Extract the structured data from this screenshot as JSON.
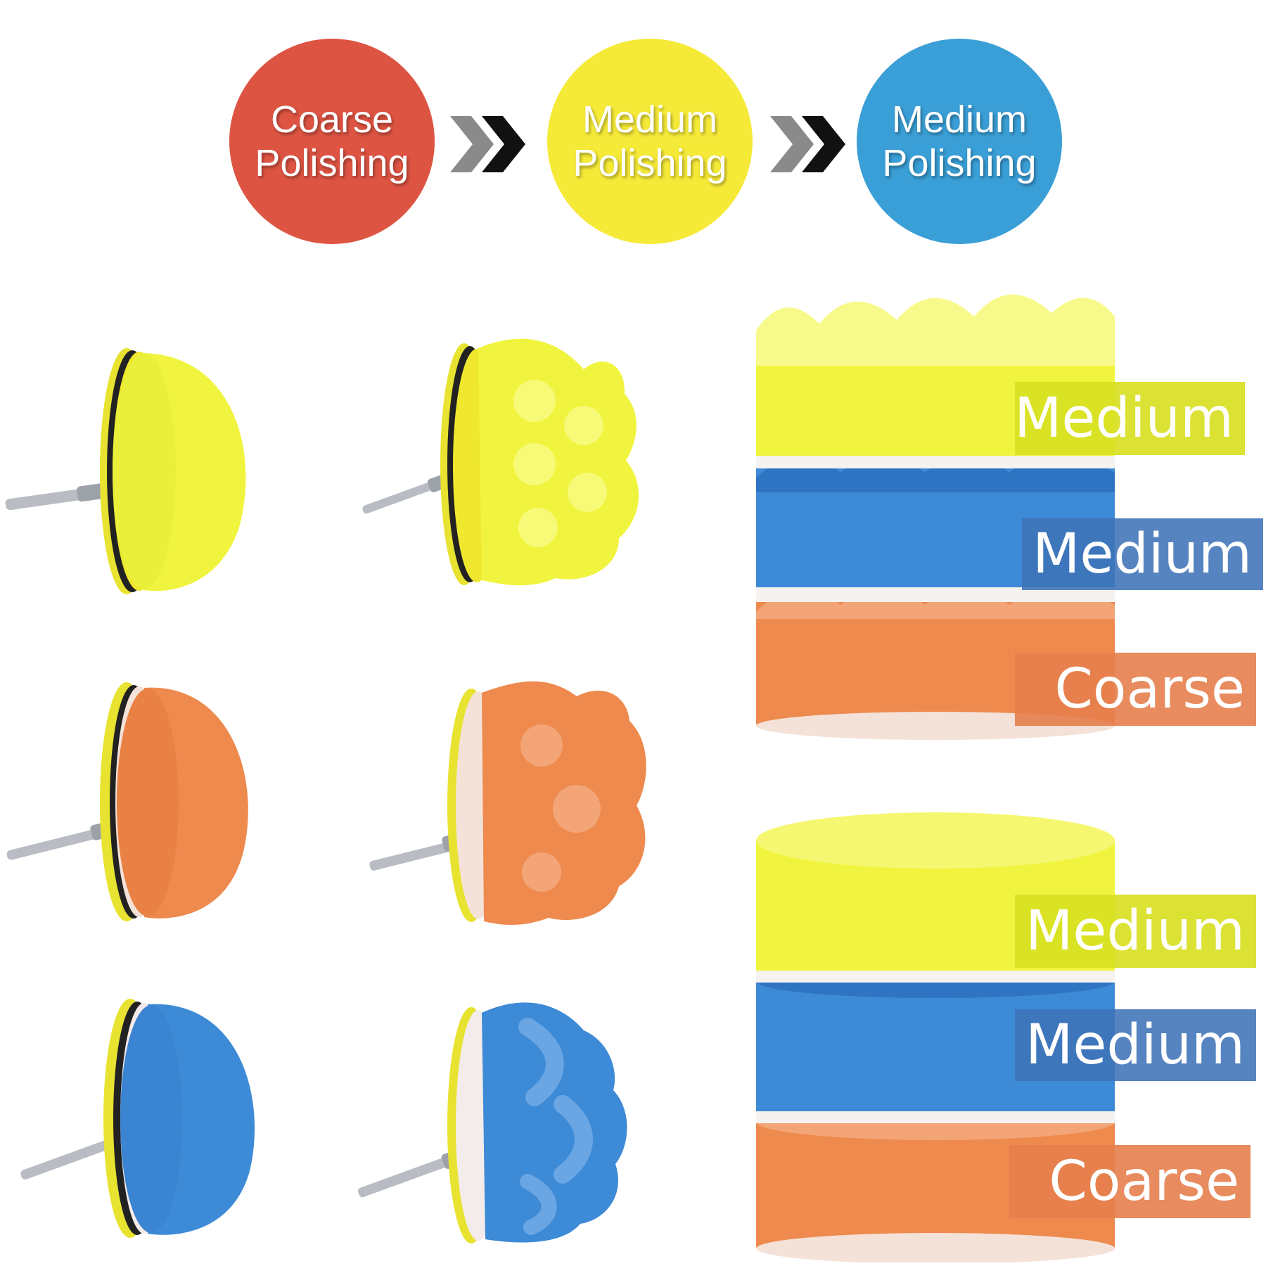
{
  "process": {
    "steps": [
      {
        "line1": "Coarse",
        "line2": "Polishing",
        "color": "#de5443"
      },
      {
        "line1": "Medium",
        "line2": "Polishing",
        "color": "#f6ea38"
      },
      {
        "line1": "Medium",
        "line2": "Polishing",
        "color": "#3a9fd6"
      }
    ],
    "arrow_icon": "double-chevron-right-icon"
  },
  "labels": {
    "top_stack": [
      "Medium",
      "Medium",
      "Coarse"
    ],
    "bottom_stack": [
      "Medium",
      "Medium",
      "Coarse"
    ]
  },
  "colors": {
    "yellow_pad": "#f1f43e",
    "orange_pad": "#ee8a4e",
    "blue_pad": "#3d8ad6",
    "tag_yellow": "#d8df22",
    "tag_blue": "#3f73b8",
    "tag_orange": "#e67e4d"
  }
}
